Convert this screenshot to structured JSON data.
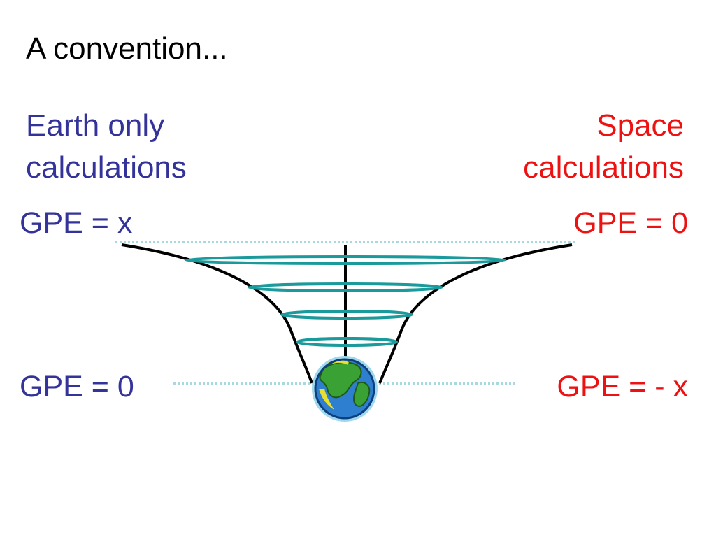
{
  "slide": {
    "title": "A convention..."
  },
  "earth_only": {
    "heading_line1": "Earth only",
    "heading_line2": "calculations",
    "gpe_top": "GPE = x",
    "gpe_bottom": "GPE = 0"
  },
  "space": {
    "heading_line1": "Space",
    "heading_line2": "calculations",
    "gpe_top": "GPE = 0",
    "gpe_bottom": "GPE = - x"
  },
  "colors": {
    "earth_text": "#333399",
    "space_text": "#ee1111",
    "well_rings": "#1a9a9a",
    "reference_lines": "#a8d8e0"
  },
  "icons": {
    "planet": "earth-globe-icon"
  }
}
